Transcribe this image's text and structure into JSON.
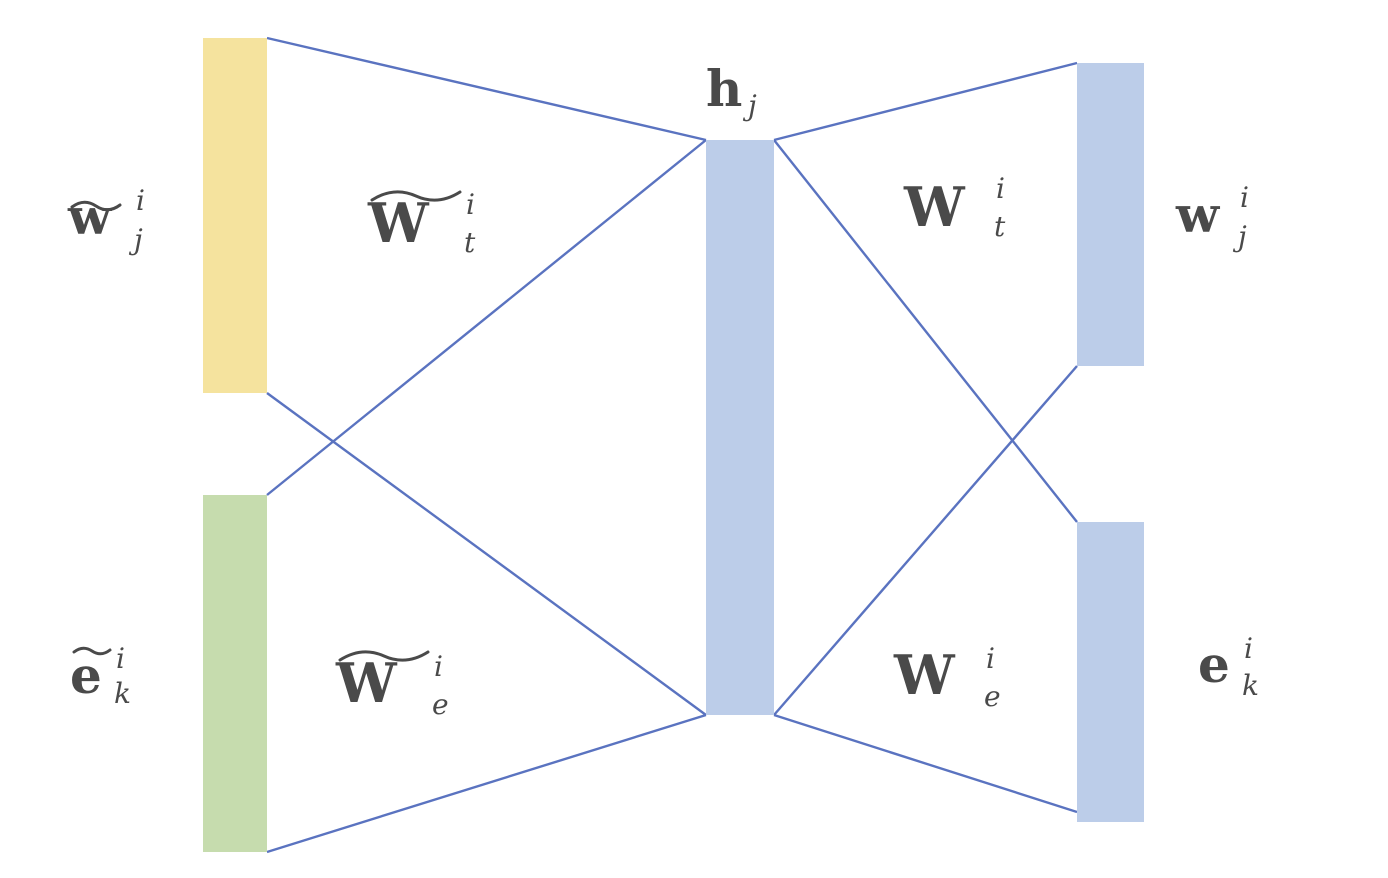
{
  "colors": {
    "input_word": "#f5e39e",
    "input_entity": "#c6dcae",
    "hidden": "#bccde9",
    "output": "#bccde9",
    "connector": "#5a73c0",
    "text": "#4a4a4a"
  },
  "layers": {
    "input_word": {
      "base": "w",
      "sup": "i",
      "sub": "j"
    },
    "input_entity": {
      "base": "e",
      "sup": "i",
      "sub": "k"
    },
    "hidden": {
      "base": "h",
      "sub": "j"
    },
    "output_word": {
      "base": "w",
      "sup": "i",
      "sub": "j"
    },
    "output_entity": {
      "base": "e",
      "sup": "i",
      "sub": "k"
    }
  },
  "weights": {
    "enc_word": {
      "base": "W",
      "sup": "i",
      "sub": "t"
    },
    "enc_entity": {
      "base": "W",
      "sup": "i",
      "sub": "e"
    },
    "dec_word": {
      "base": "W",
      "sup": "i",
      "sub": "t"
    },
    "dec_entity": {
      "base": "W",
      "sup": "i",
      "sub": "e"
    }
  }
}
